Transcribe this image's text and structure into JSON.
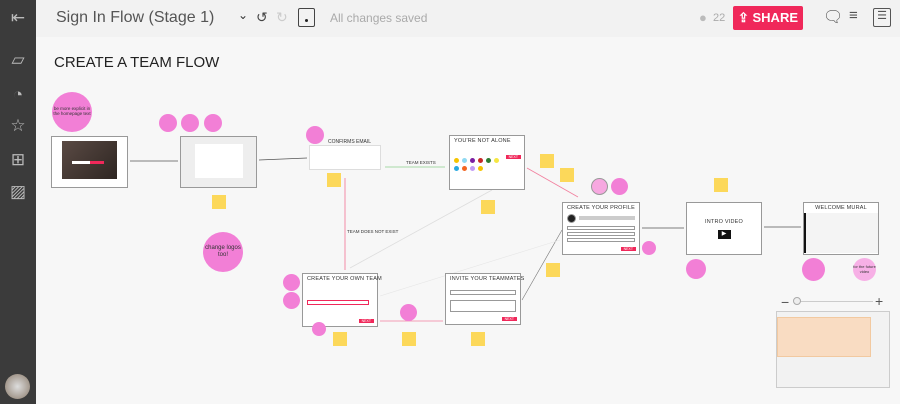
{
  "topbar": {
    "title": "Sign In Flow (Stage 1)",
    "status": "All changes saved",
    "member_count": "22",
    "share_label": "SHARE"
  },
  "canvas": {
    "heading": "CREATE A TEAM FLOW",
    "notes": {
      "homepage": "be more explicit in the homepage text",
      "logos": "change logos too!",
      "future": "for the future video"
    },
    "frames": {
      "confirm": "CONFIRMS EMAIL",
      "not_alone": "YOU'RE NOT ALONE",
      "own_team": "CREATE YOUR OWN TEAM",
      "invite": "INVITE YOUR TEAMMATES",
      "profile": "CREATE YOUR PROFILE",
      "intro": "INTRO VIDEO",
      "welcome": "WELCOME MURAL"
    },
    "connectors": {
      "exists": "TEAM EXISTS",
      "not_exist": "TEAM DOES NOT EXIST"
    },
    "next_label": "NEXT",
    "swatch_colors": [
      "#f5c400",
      "#8fd9f2",
      "#7b1fa2",
      "#c62828",
      "#2e7d32",
      "#f5e642",
      "#29a9e0",
      "#f26522",
      "#c39bf5",
      "#f5c400"
    ]
  },
  "colors": {
    "accent": "#f0285a",
    "note_pink": "#f27fd6",
    "sticky": "#fcd85a"
  }
}
